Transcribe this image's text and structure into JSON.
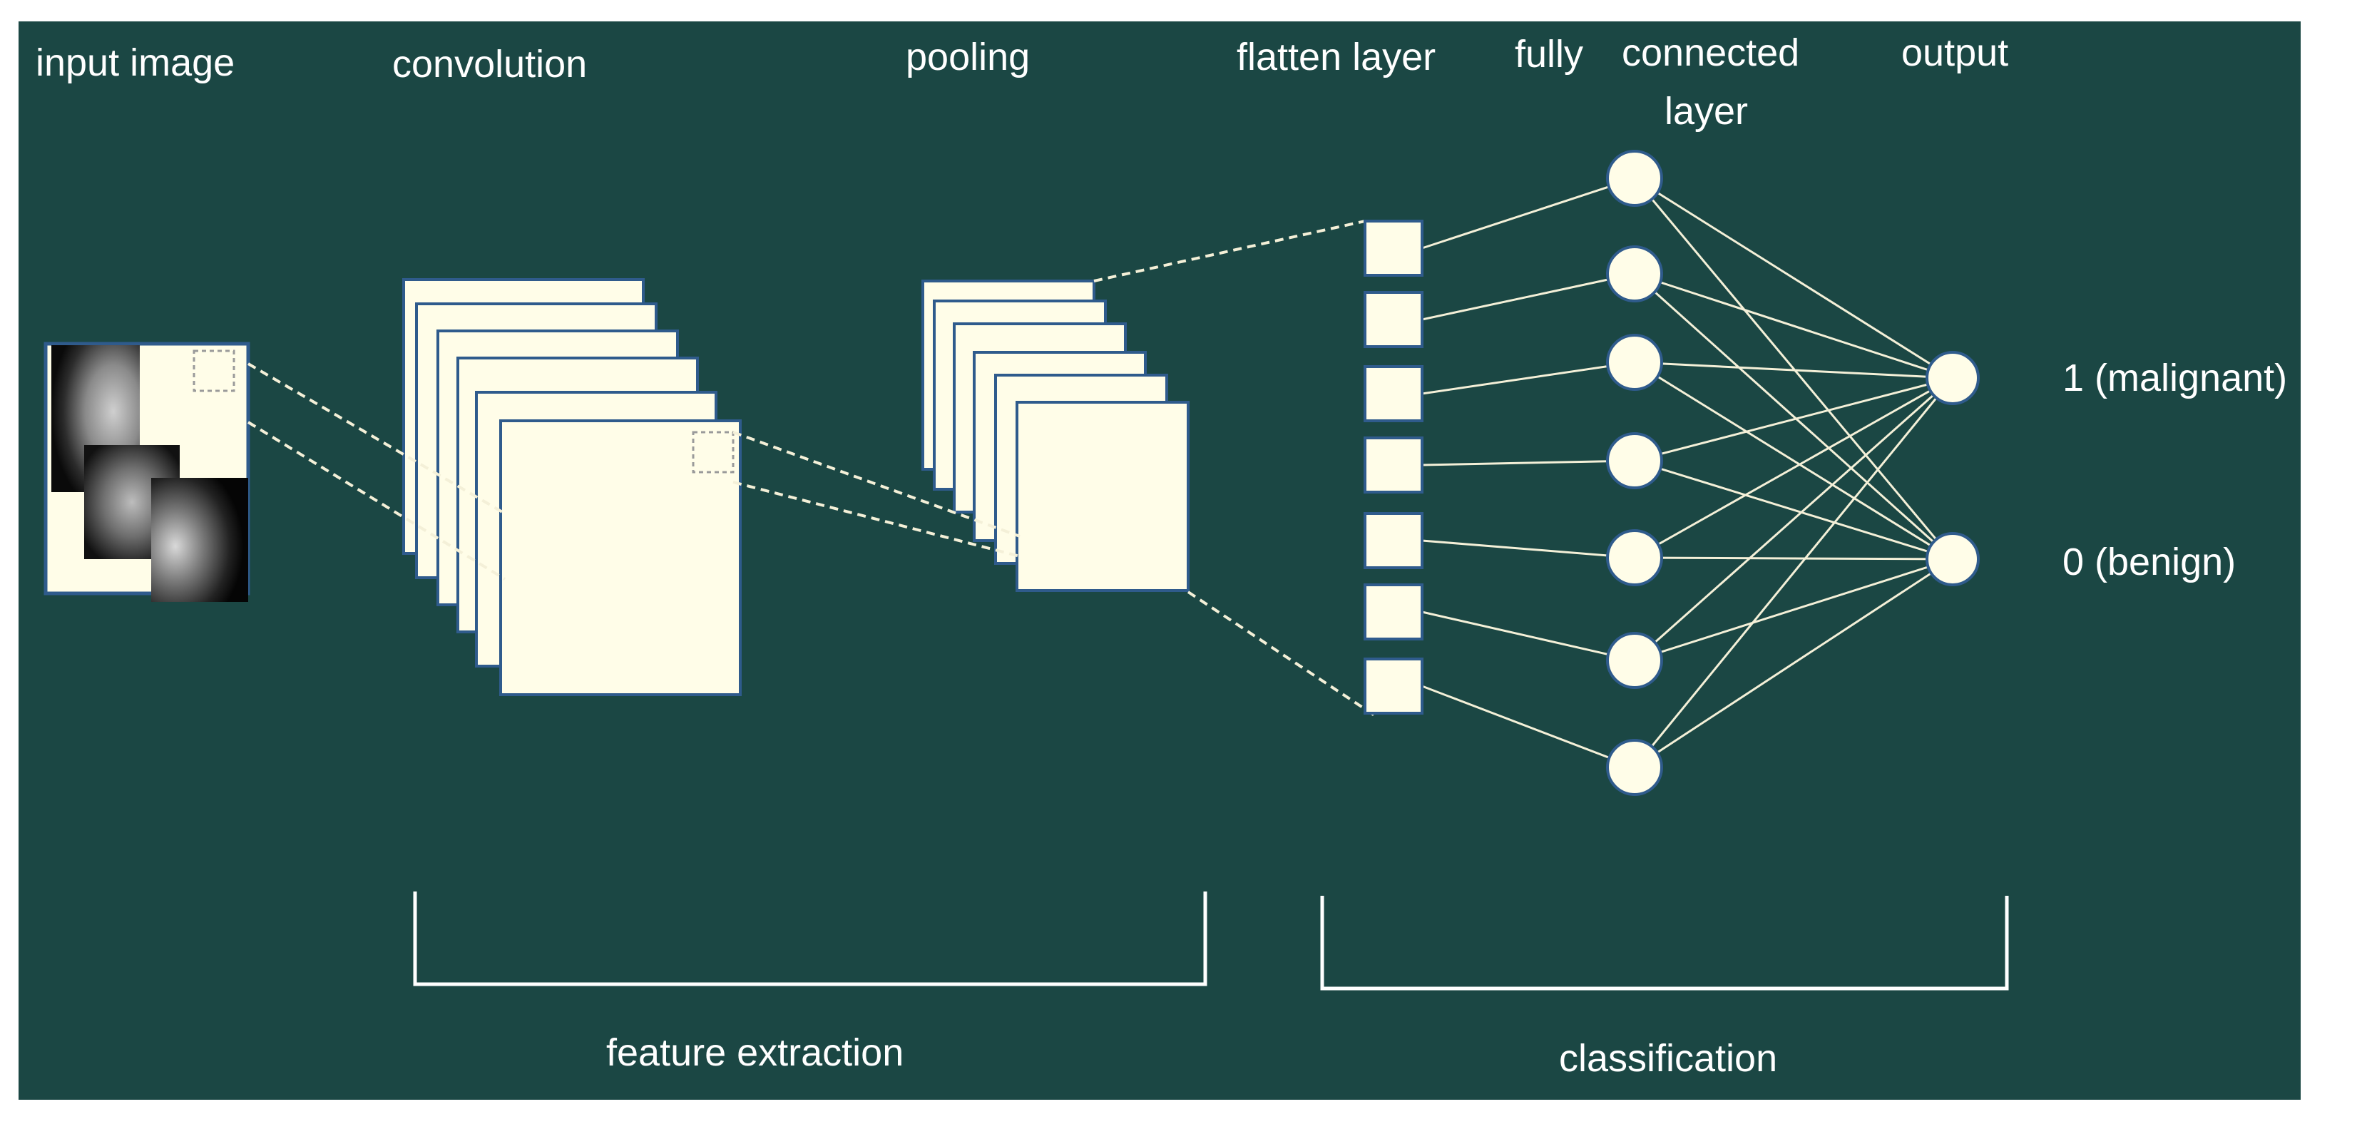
{
  "labels": {
    "input_image": "input image",
    "convolution": "convolution",
    "pooling": "pooling",
    "flatten_layer": "flatten layer",
    "fully": "fully",
    "connected": "connected",
    "layer": "layer",
    "output": "output",
    "malignant": "1 (malignant)",
    "benign": "0 (benign)",
    "feature_extraction": "feature extraction",
    "classification": "classification"
  },
  "colors": {
    "background": "#1b4744",
    "page_border": "#ffffff",
    "cream": "#fffde8",
    "frame_blue": "#2f5b8c",
    "line": "#f4f0d8",
    "text": "#ffffff"
  },
  "network": {
    "flatten_units": 7,
    "hidden_neurons": 7,
    "output_neurons": 2
  }
}
